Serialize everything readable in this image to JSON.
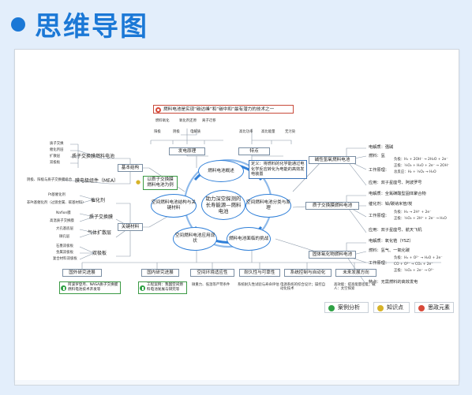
{
  "header": {
    "title": "思维导图"
  },
  "topic_question": "燃料电池是实现“碳达峰”和“碳中和”最有潜力的技术之一",
  "top_keywords": [
    "燃料氧化",
    "氧化剂还原",
    "离子迁移",
    "阳极",
    "阴极",
    "电解质",
    "高比功率",
    "高比能量",
    "无污染"
  ],
  "top_boxes": {
    "left": "发电原理",
    "right": "特点"
  },
  "center": {
    "main": "助力深空探测的长寿能源—燃料电池",
    "top": "燃料电池概述",
    "left": "空间燃料电池结构与关键材料",
    "right": "空间燃料电池分类与原理",
    "bottom_left": "空间燃料电池应用现状",
    "bottom_right": "燃料电池面临的挑战"
  },
  "definition": "定义：将燃料的化学能通过电化学反应转化为电能的高效发电装置",
  "left_tree": {
    "basic_structure": "基本结构",
    "pem_cell": "质子交换膜燃料电池",
    "pem_items": [
      "质子交换",
      "催化剂层",
      "扩散层",
      "双极板"
    ],
    "mea_note": "阴极、阳极与质子交换膜组合",
    "mea": "膜电极组件（MEA）",
    "key_materials": "关键材料",
    "catalyst": "催化剂",
    "catalyst_items": [
      "Pt基催化剂",
      "非Pt基催化剂（过渡金属、碳基材料）"
    ],
    "pem": "质子交换膜",
    "pem_sub": [
      "Nafion膜",
      "高温质子交换膜"
    ],
    "gdl": "气体扩散层",
    "gdl_sub": [
      "大孔基底层",
      "微孔层"
    ],
    "bipolar": "双极板",
    "bipolar_sub": [
      "石墨双极板",
      "金属双极板",
      "复合材料双极板"
    ],
    "example": "以质子交换膜燃料电池为例"
  },
  "right_tree": {
    "afc": "碱性氢氧燃料电池",
    "afc_items": [
      "电解质：强碱",
      "燃料：氢",
      "工作原理：",
      "应用：双子星座号、阿波罗号"
    ],
    "afc_eq": [
      "负极：H₂ + 2OH⁻ → 2H₂O + 2e⁻",
      "正极：½O₂ + H₂O + 2e⁻ → 2OH⁻",
      "总反应：H₂ + ½O₂ → H₂O"
    ],
    "pemfc": "质子交换膜燃料电池",
    "pemfc_items": [
      "电解质：全氟磺酸型固体聚合物",
      "催化剂：铂/碳纳米管/炭",
      "工作原理：",
      "应用：双子星座号、航天飞机"
    ],
    "pemfc_eq": [
      "负极：H₂ → 2H⁺ + 2e⁻",
      "正极：½O₂ + 2H⁺ + 2e⁻ → H₂O"
    ],
    "sofc": "固体氧化物燃料电池",
    "sofc_items": [
      "电解质：氧化锆（YSZ）",
      "燃料：氢气、一氧化碳",
      "工作原理：",
      "特点：无需燃料的高效发电"
    ],
    "sofc_eq": [
      "负极：H₂ + O²⁻ → H₂O + 2e⁻",
      "CO + O²⁻ → CO₂ + 2e⁻",
      "正极：½O₂ + 2e⁻ → O²⁻"
    ]
  },
  "bottom_boxes": [
    "国外研究进展",
    "国内研究进展",
    "空间环境适应性",
    "耐久性与可靠性",
    "系统控制与自动化",
    "未来发展方向"
  ],
  "bottom_notes": [
    "阿波罗登月、NASA质子交换膜燃料电池技术开发等",
    "工程案例：我国空间燃料电池发展与研究等",
    "微重力、低温等严苛条件",
    "系统耐久性试验与寿命评估",
    "电源系统的综合设计；操控自动化技术",
    "高效能：提高能量密度；载人：太空探索"
  ],
  "legend": [
    "案例分析",
    "知识点",
    "思政元素"
  ],
  "colors": {
    "accent": "#1b78d6",
    "circle": "#2f7fd8",
    "red": "#d84a3a",
    "green": "#2fa145",
    "gold": "#d7b328"
  }
}
